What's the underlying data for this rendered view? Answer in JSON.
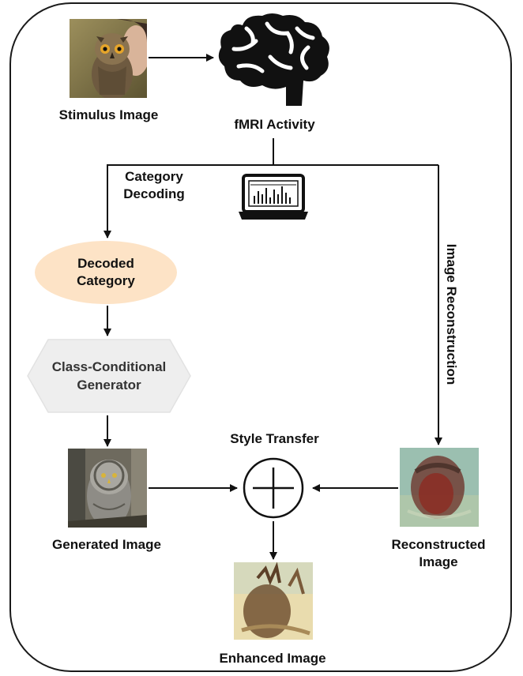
{
  "labels": {
    "stimulus": "Stimulus Image",
    "fmri": "fMRI Activity",
    "category_decoding_line1": "Category",
    "category_decoding_line2": "Decoding",
    "image_reconstruction": "Image Reconstruction",
    "decoded_category_line1": "Decoded",
    "decoded_category_line2": "Category",
    "generator_line1": "Class-Conditional",
    "generator_line2": "Generator",
    "style_transfer": "Style Transfer",
    "generated_image": "Generated Image",
    "reconstructed_line1": "Reconstructed",
    "reconstructed_line2": "Image",
    "enhanced_image": "Enhanced Image"
  },
  "icons": {
    "brain": "brain-icon",
    "laptop": "laptop-icon",
    "combine": "plus-circle-icon"
  },
  "colors": {
    "decoded_category_fill": "#fde3c6",
    "generator_fill": "#eeeeee",
    "arrow": "#111111"
  }
}
